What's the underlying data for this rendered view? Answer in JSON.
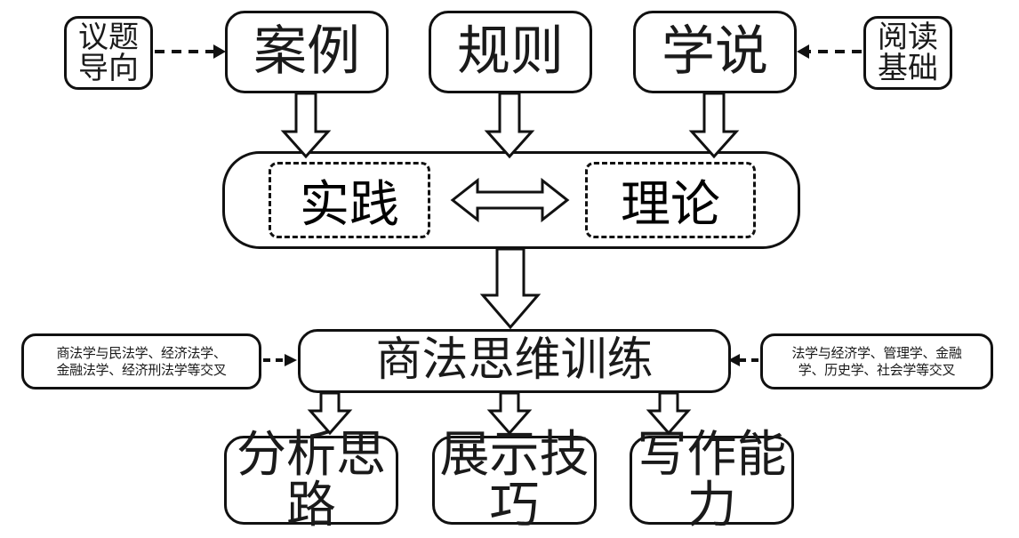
{
  "diagram": {
    "title": "商法思维训练框架图",
    "theme": {
      "stroke": "#111111",
      "fill": "#ffffff",
      "text": "#1a1a1a"
    },
    "top_row": {
      "left_side_note": "议题\n导向",
      "right_side_note": "阅读\n基础",
      "sources": [
        {
          "id": "case",
          "label": "案例"
        },
        {
          "id": "rule",
          "label": "规则"
        },
        {
          "id": "doctrine",
          "label": "学说"
        }
      ]
    },
    "middle": {
      "practice": "实践",
      "theory": "理论",
      "relation_icon": "double-headed-arrow"
    },
    "core": {
      "label": "商法思维训练",
      "left_note": "商法学与民法学、经济法学、\n金融法学、经济刑法学等交叉",
      "right_note": "法学与经济学、管理学、金融\n学、历史学、社会学等交叉"
    },
    "outcomes": [
      {
        "id": "analysis",
        "label": "分析思路"
      },
      {
        "id": "presentation",
        "label": "展示技巧"
      },
      {
        "id": "writing",
        "label": "写作能力"
      }
    ]
  }
}
